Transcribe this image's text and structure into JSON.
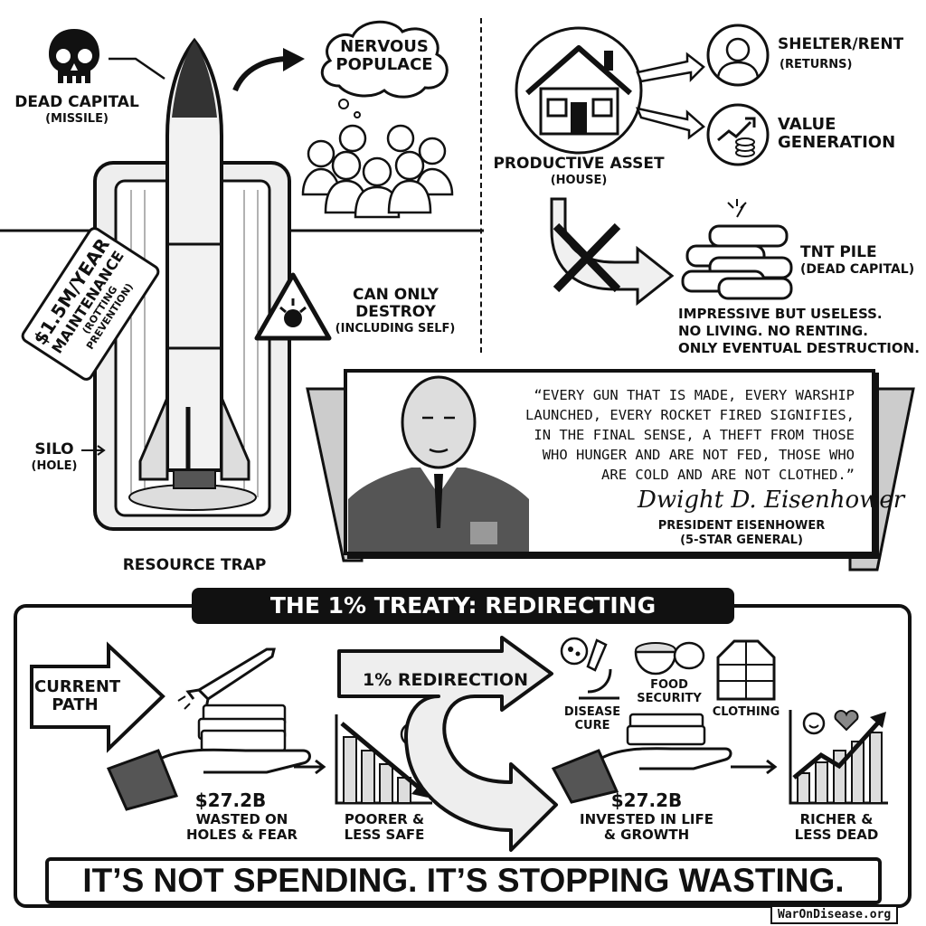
{
  "missile_panel": {
    "dead_capital": "DEAD CAPITAL",
    "dead_capital_sub": "(MISSILE)",
    "tag_price": "$1.5M/YEAR",
    "tag_label": "MAINTENANCE",
    "tag_sub": "(ROTTING PREVENTION)",
    "silo": "SILO",
    "silo_sub": "(HOLE)",
    "resource_trap": "RESOURCE TRAP",
    "nervous_populace": "NERVOUS POPULACE",
    "can_only_destroy": "CAN ONLY DESTROY",
    "can_only_destroy_sub": "(INCLUDING SELF)"
  },
  "asset_panel": {
    "shelter": "SHELTER/RENT",
    "shelter_sub": "(RETURNS)",
    "value_generation": "VALUE GENERATION",
    "productive_asset": "PRODUCTIVE ASSET",
    "productive_asset_sub": "(HOUSE)",
    "tnt_pile": "TNT PILE",
    "tnt_sub": "(DEAD CAPITAL)",
    "tnt_desc": [
      "IMPRESSIVE BUT USELESS.",
      "NO LIVING. NO RENTING.",
      "ONLY EVENTUAL DESTRUCTION."
    ]
  },
  "quote": {
    "lines": [
      "“EVERY GUN THAT IS MADE, EVERY WARSHIP",
      "LAUNCHED, EVERY ROCKET FIRED SIGNIFIES,",
      "IN THE FINAL SENSE, A THEFT FROM THOSE",
      "WHO HUNGER AND ARE NOT FED, THOSE WHO",
      "ARE COLD AND ARE NOT CLOTHED.”"
    ],
    "signature": "Dwight D. Eisenhower",
    "attribution": "PRESIDENT EISENHOWER",
    "attribution_sub": "(5-STAR GENERAL)"
  },
  "treaty": {
    "title": "THE 1% TREATY: REDIRECTING RESOURCES",
    "current_path": "CURRENT PATH",
    "wasted_amount": "$27.2B",
    "wasted_desc": "WASTED ON HOLES & FEAR",
    "poorer": "POORER & LESS SAFE",
    "redirection": "1% REDIRECTION",
    "disease_cure": "DISEASE CURE",
    "food_security": "FOOD SECURITY",
    "clothing": "CLOTHING",
    "invested_amount": "$27.2B",
    "invested_desc": "INVESTED IN LIFE & GROWTH",
    "richer": "RICHER & LESS DEAD",
    "tagline": "IT’S NOT SPENDING. IT’S STOPPING WASTING."
  },
  "watermark": "WarOnDisease.org"
}
